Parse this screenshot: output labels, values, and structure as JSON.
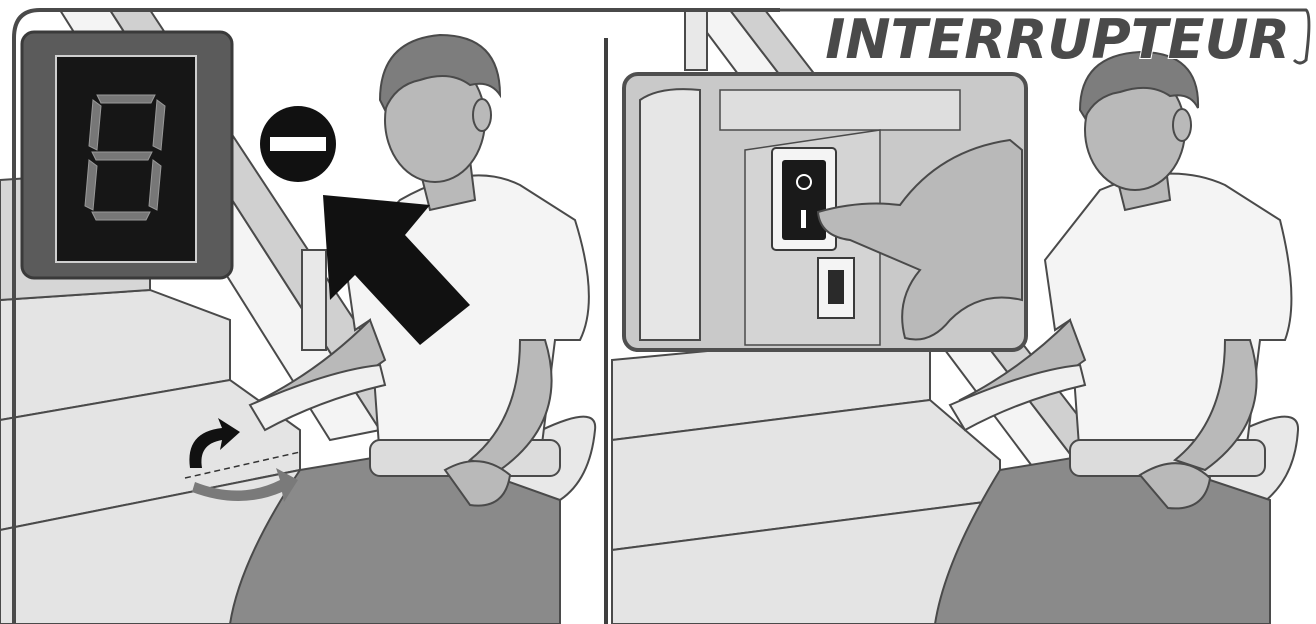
{
  "header": {
    "title": "INTERRUPTEUR"
  },
  "left_panel": {
    "display": {
      "segment_icon": "seven-segment-display-icon",
      "colors": {
        "bezel": "#5b5b5b",
        "screen": "#161616",
        "segment": "#777777"
      }
    },
    "indicator_icon": "no-entry-icon",
    "arrow_icon": "diagonal-arrow-icon",
    "rotate_icon": "rotate-lever-icon"
  },
  "right_panel": {
    "inset": {
      "switch_icon": "rocker-switch-icon",
      "switch_states": [
        "O",
        "I"
      ]
    }
  },
  "colors": {
    "outline": "#4a4a4a",
    "skin": "#b9b9b9",
    "shirt": "#f2f2f2",
    "hair": "#7d7d7d",
    "pants": "#8a8a8a",
    "stairs": "#dcdcdc"
  }
}
